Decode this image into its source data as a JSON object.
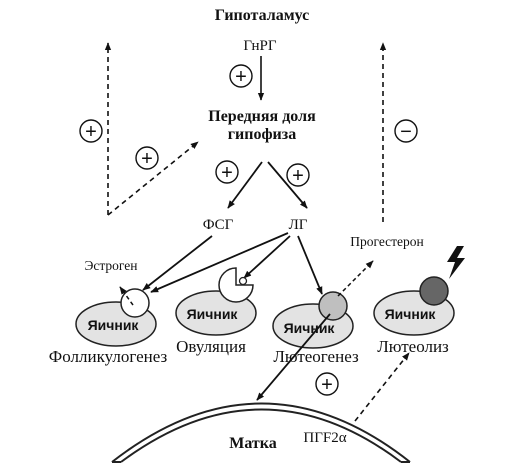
{
  "labels": {
    "hypothalamus": "Гипоталамус",
    "gnrh": "ГнРГ",
    "pituitary_line1": "Передняя доля",
    "pituitary_line2": "гипофиза",
    "fsh": "ФСГ",
    "lh": "ЛГ",
    "estrogen": "Эстроген",
    "progesterone": "Прогестерон",
    "uterus": "Матка",
    "pgf2a": "ПГF2α"
  },
  "ovaries": [
    {
      "label": "Яичник",
      "caption": "Фолликулогенез"
    },
    {
      "label": "Яичник",
      "caption": "Овуляция"
    },
    {
      "label": "Яичник",
      "caption": "Лютеогенез"
    },
    {
      "label": "Яичник",
      "caption": "Лютеолиз"
    }
  ],
  "signs": {
    "plus": "+",
    "minus": "−"
  }
}
